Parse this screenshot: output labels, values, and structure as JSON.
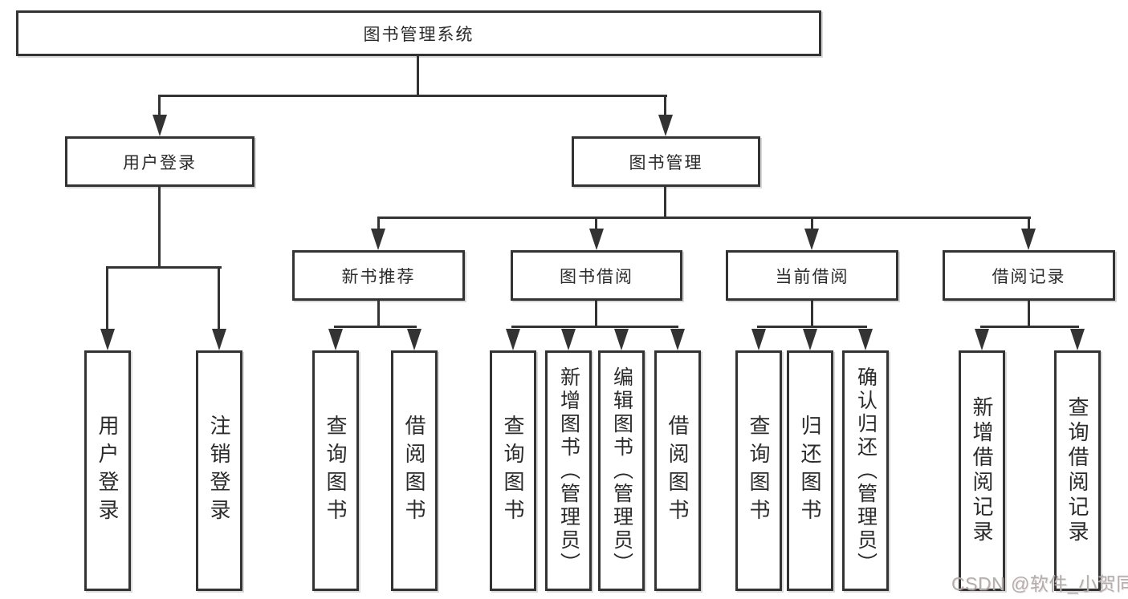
{
  "tree": {
    "root": {
      "label": "图书管理系统"
    },
    "branches": [
      {
        "label": "用户登录",
        "children": [
          {
            "label": "用户登录"
          },
          {
            "label": "注销登录"
          }
        ]
      },
      {
        "label": "图书管理",
        "children": [
          {
            "label": "新书推荐",
            "children": [
              {
                "label": "查询图书"
              },
              {
                "label": "借阅图书"
              }
            ]
          },
          {
            "label": "图书借阅",
            "children": [
              {
                "label": "查询图书"
              },
              {
                "label": "新增图书（管理员）"
              },
              {
                "label": "编辑图书（管理员）"
              },
              {
                "label": "借阅图书"
              }
            ]
          },
          {
            "label": "当前借阅",
            "children": [
              {
                "label": "查询图书"
              },
              {
                "label": "归还图书"
              },
              {
                "label": "确认归还（管理员）"
              }
            ]
          },
          {
            "label": "借阅记录",
            "children": [
              {
                "label": "新增借阅记录"
              },
              {
                "label": "查询借阅记录"
              }
            ]
          }
        ]
      }
    ]
  },
  "watermark": {
    "text": "CSDN @软件_小贺同学"
  },
  "colors": {
    "line": "#333333",
    "text": "#2b2b2b",
    "watermark": "#b0afaf",
    "background": "#ffffff"
  }
}
